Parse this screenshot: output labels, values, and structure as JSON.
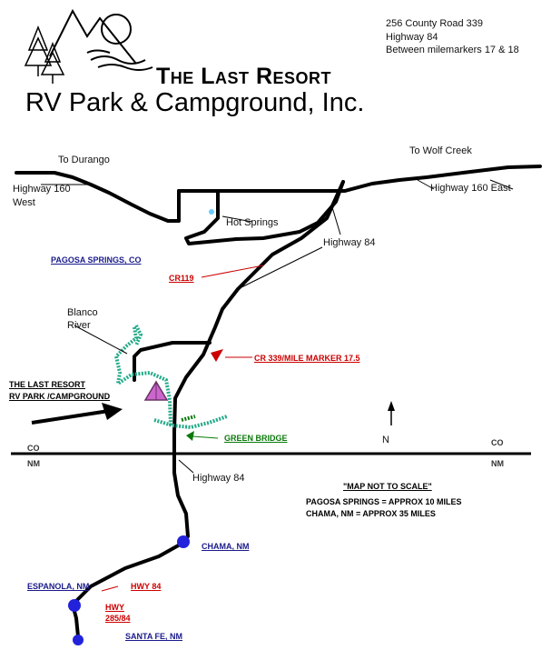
{
  "logo": {
    "title": "The Last Resort",
    "subtitle": "RV Park & Campground, Inc."
  },
  "address": {
    "line1": "256 County Road 339",
    "line2": "Highway 84",
    "line3": "Between milemarkers 17 & 18"
  },
  "labels": {
    "to_durango": "To Durango",
    "to_wolf_creek": "To Wolf Creek",
    "hwy160_west_1": "Highway 160",
    "hwy160_west_2": "West",
    "hwy160_east": "Highway 160 East",
    "hot_springs": "Hot Springs",
    "highway84_top": "Highway 84",
    "pagosa": "PAGOSA SPRINGS, CO",
    "cr119": "CR119",
    "blanco_1": "Blanco",
    "blanco_2": "River",
    "cr339": "CR 339/MILE MARKER 17.5",
    "resort_1": "THE LAST RESORT",
    "resort_2": "RV PARK /CAMPGROUND",
    "green_bridge": "GREEN BRIDGE",
    "north": "N",
    "co_left": "CO",
    "nm_left": "NM",
    "co_right": "CO",
    "nm_right": "NM",
    "highway84_bottom": "Highway 84",
    "not_to_scale": "\"MAP NOT TO SCALE\"",
    "pagosa_distance": "PAGOSA SPRINGS = APPROX 10 MILES",
    "chama_distance": "CHAMA, NM = APPROX 35 MILES",
    "chama": "CHAMA, NM",
    "espanola": "ESPANOLA, NM",
    "hwy84_red": "HWY 84",
    "hwy285_1": "HWY",
    "hwy285_2": "285/84",
    "santa_fe": "SANTA FE, NM"
  },
  "colors": {
    "road": "#000000",
    "town_dot": "#2222dd",
    "river": "#22aa88",
    "arrow_red": "#cc0000",
    "tent": "#cc66cc"
  }
}
